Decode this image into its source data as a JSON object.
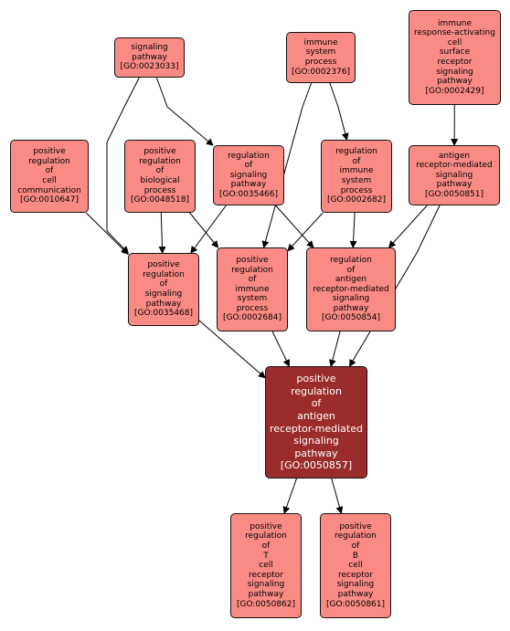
{
  "graph": {
    "nodes": [
      {
        "id": "GO:0023033",
        "lines": [
          "signaling",
          "pathway",
          "[GO:0023033]"
        ]
      },
      {
        "id": "GO:0002376",
        "lines": [
          "immune",
          "system",
          "process",
          "[GO:0002376]"
        ]
      },
      {
        "id": "GO:0002429",
        "lines": [
          "immune",
          "response-activating",
          "cell",
          "surface",
          "receptor",
          "signaling",
          "pathway",
          "[GO:0002429]"
        ]
      },
      {
        "id": "GO:0010647",
        "lines": [
          "positive",
          "regulation",
          "of",
          "cell",
          "communication",
          "[GO:0010647]"
        ]
      },
      {
        "id": "GO:0048518",
        "lines": [
          "positive",
          "regulation",
          "of",
          "biological",
          "process",
          "[GO:0048518]"
        ]
      },
      {
        "id": "GO:0035466",
        "lines": [
          "regulation",
          "of",
          "signaling",
          "pathway",
          "[GO:0035466]"
        ]
      },
      {
        "id": "GO:0002682",
        "lines": [
          "regulation",
          "of",
          "immune",
          "system",
          "process",
          "[GO:0002682]"
        ]
      },
      {
        "id": "GO:0050851",
        "lines": [
          "antigen",
          "receptor-mediated",
          "signaling",
          "pathway",
          "[GO:0050851]"
        ]
      },
      {
        "id": "GO:0035468",
        "lines": [
          "positive",
          "regulation",
          "of",
          "signaling",
          "pathway",
          "[GO:0035468]"
        ]
      },
      {
        "id": "GO:0002684",
        "lines": [
          "positive",
          "regulation",
          "of",
          "immune",
          "system",
          "process",
          "[GO:0002684]"
        ]
      },
      {
        "id": "GO:0050854",
        "lines": [
          "regulation",
          "of",
          "antigen",
          "receptor-mediated",
          "signaling",
          "pathway",
          "[GO:0050854]"
        ]
      },
      {
        "id": "GO:0050857",
        "focus": true,
        "lines": [
          "positive",
          "regulation",
          "of",
          "antigen",
          "receptor-mediated",
          "signaling",
          "pathway",
          "[GO:0050857]"
        ]
      },
      {
        "id": "GO:0050862",
        "lines": [
          "positive",
          "regulation",
          "of",
          "T",
          "cell",
          "receptor",
          "signaling",
          "pathway",
          "[GO:0050862]"
        ]
      },
      {
        "id": "GO:0050861",
        "lines": [
          "positive",
          "regulation",
          "of",
          "B",
          "cell",
          "receptor",
          "signaling",
          "pathway",
          "[GO:0050861]"
        ]
      }
    ],
    "edges": [
      [
        "GO:0023033",
        "GO:0035466"
      ],
      [
        "GO:0023033",
        "GO:0035468"
      ],
      [
        "GO:0002376",
        "GO:0002682"
      ],
      [
        "GO:0002376",
        "GO:0002684"
      ],
      [
        "GO:0002429",
        "GO:0050851"
      ],
      [
        "GO:0010647",
        "GO:0035468"
      ],
      [
        "GO:0048518",
        "GO:0035468"
      ],
      [
        "GO:0048518",
        "GO:0002684"
      ],
      [
        "GO:0035466",
        "GO:0035468"
      ],
      [
        "GO:0035466",
        "GO:0050854"
      ],
      [
        "GO:0002682",
        "GO:0002684"
      ],
      [
        "GO:0002682",
        "GO:0050854"
      ],
      [
        "GO:0050851",
        "GO:0050854"
      ],
      [
        "GO:0050851",
        "GO:0050857"
      ],
      [
        "GO:0035468",
        "GO:0050857"
      ],
      [
        "GO:0002684",
        "GO:0050857"
      ],
      [
        "GO:0050854",
        "GO:0050857"
      ],
      [
        "GO:0050857",
        "GO:0050862"
      ],
      [
        "GO:0050857",
        "GO:0050861"
      ]
    ]
  }
}
